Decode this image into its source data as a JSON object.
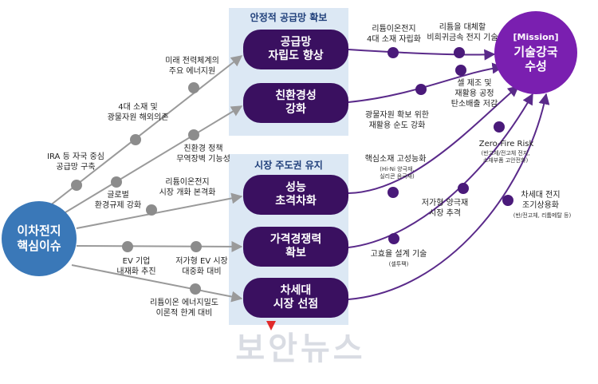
{
  "hub": {
    "label": "이차전지\n핵심이슈"
  },
  "mission": {
    "tag": "[Mission]",
    "label": "기술강국\n수성"
  },
  "panels": {
    "supply": {
      "title": "안정적 공급망 확보"
    },
    "market": {
      "title": "시장 주도권 유지"
    }
  },
  "strategies": {
    "s1": "공급망\n자립도 향상",
    "s2": "친환경성\n강화",
    "s3": "성능\n초격차화",
    "s4": "가격경쟁력\n확보",
    "s5": "차세대\n시장 선점"
  },
  "issues": {
    "i1": "IRA 등 자국 중심\n공급망 구축",
    "i2": "4대 소재 및\n광물자원 해외의존",
    "i3": "미래 전력체계의\n주요 에너지원",
    "i4": "친환경 정책\n무역장벽 기능성",
    "i5": "글로벌\n환경규제 강화",
    "i6": "리튬이온전지\n시장 개화 본격화",
    "i7": "EV 기업\n내재화 추진",
    "i8": "저가형 EV 시장\n대중화 대비",
    "i9": "리튬이온 에너지밀도\n이론적 한계 대비"
  },
  "goals": {
    "g1": "리튬이온전지\n4대 소재 자립화",
    "g2": "리튬을 대체할\n비희귀금속 전지 기술",
    "g3": "셀 제조 및\n재활용 공정\n탄소배출 저감",
    "g4": "광물자원 확보 위한\n재활용 순도 강화",
    "g5": "핵심소재 고성능화",
    "g5_sub": "(Hi-Ni 양극재,\n실리콘 음극재)",
    "g6": "Zero-Fire Risk",
    "g6_sub": "(반고체/전고체 전지,\n소재부품 고안전화)",
    "g7": "저가형 양극재\n시장 추격",
    "g8": "고효율 설계 기술",
    "g8_sub": "(셀투팩)",
    "g9": "차세대 전지\n조기상용화",
    "g9_sub": "(반/전고체, 리튬메탈 등)"
  },
  "watermark": "보안뉴스",
  "colors": {
    "panel": "#dce8f4",
    "pill": "#3a1060",
    "hub": "#3a78b8",
    "mission": "#7a1fb0",
    "issue_dot": "#8c8c8c",
    "goal_dot": "#4a1a7a",
    "issue_line": "#9a9a9a",
    "goal_line": "#5a2a8a"
  }
}
